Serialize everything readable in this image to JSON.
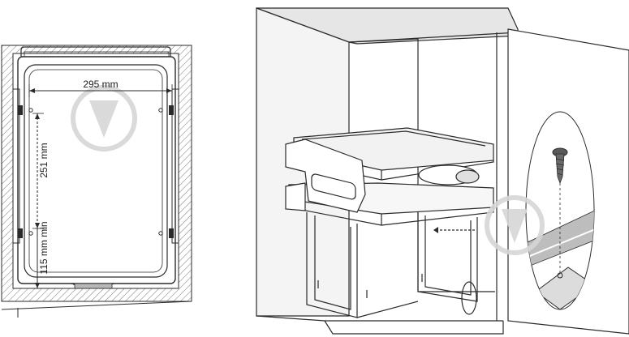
{
  "drawing": {
    "top_view": {
      "width_dimension": "295 mm",
      "depth_dimension": "251 mm",
      "min_clearance_dimension": "115 mm min"
    },
    "perspective_view": {
      "subject": "double waste bin pull-out installed in base cabinet with open door",
      "detail_callout": "door mounting screw detail"
    }
  },
  "colors": {
    "line": "#2b2b2b",
    "wall_hatch": "#7a7a7a",
    "cabinet_top": "#e6e6e6",
    "cabinet_side": "#f4f4f4",
    "watermark": "#d6d6d6",
    "rail_detail": "#bdbdbd"
  }
}
